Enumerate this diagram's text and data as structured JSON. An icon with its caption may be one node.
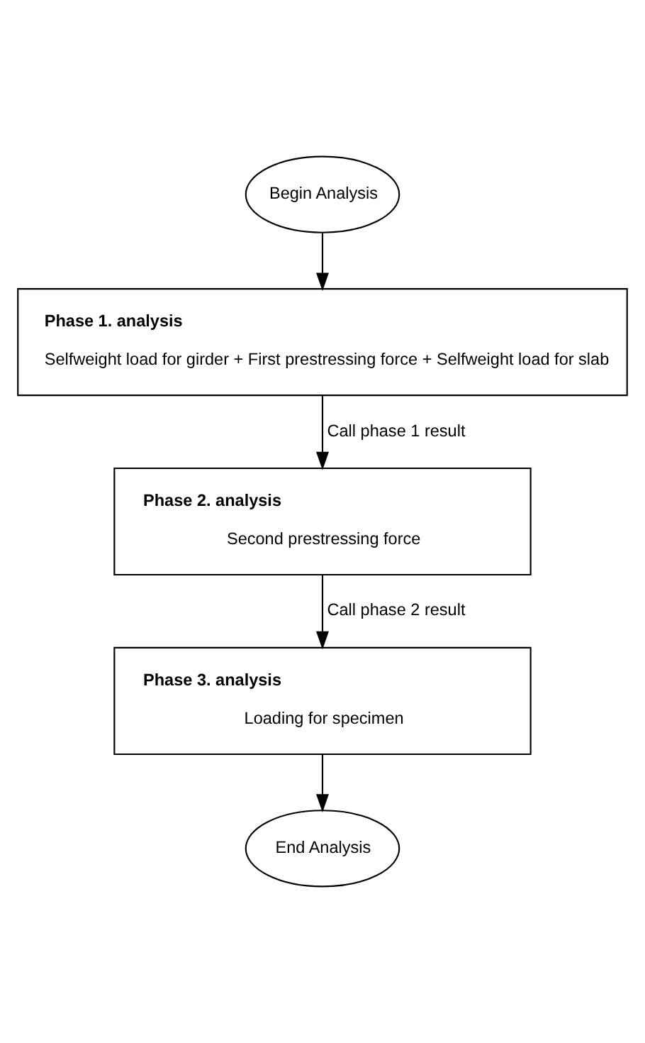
{
  "diagram": {
    "nodes": [
      {
        "text": [
          "Begin Analysis"
        ]
      },
      {
        "text": [
          "Phase 1. analysis",
          "Selfweight load for girder + First prestressing force + Selfweight load for slab"
        ]
      },
      {
        "text": [
          "Phase 2. analysis",
          "Second prestressing force"
        ]
      },
      {
        "text": [
          "Phase 3. analysis",
          "Loading for specimen"
        ]
      },
      {
        "text": [
          "End Analysis"
        ]
      }
    ],
    "edges": [
      {
        "from": 0,
        "to": 1,
        "arrow": "to"
      },
      {
        "from": 1,
        "to": 2,
        "arrow": "to",
        "label": "Call phase 1 result"
      },
      {
        "from": 2,
        "to": 3,
        "arrow": "to",
        "label": "Call phase 2 result"
      },
      {
        "from": 3,
        "to": 4,
        "arrow": "to"
      }
    ]
  }
}
